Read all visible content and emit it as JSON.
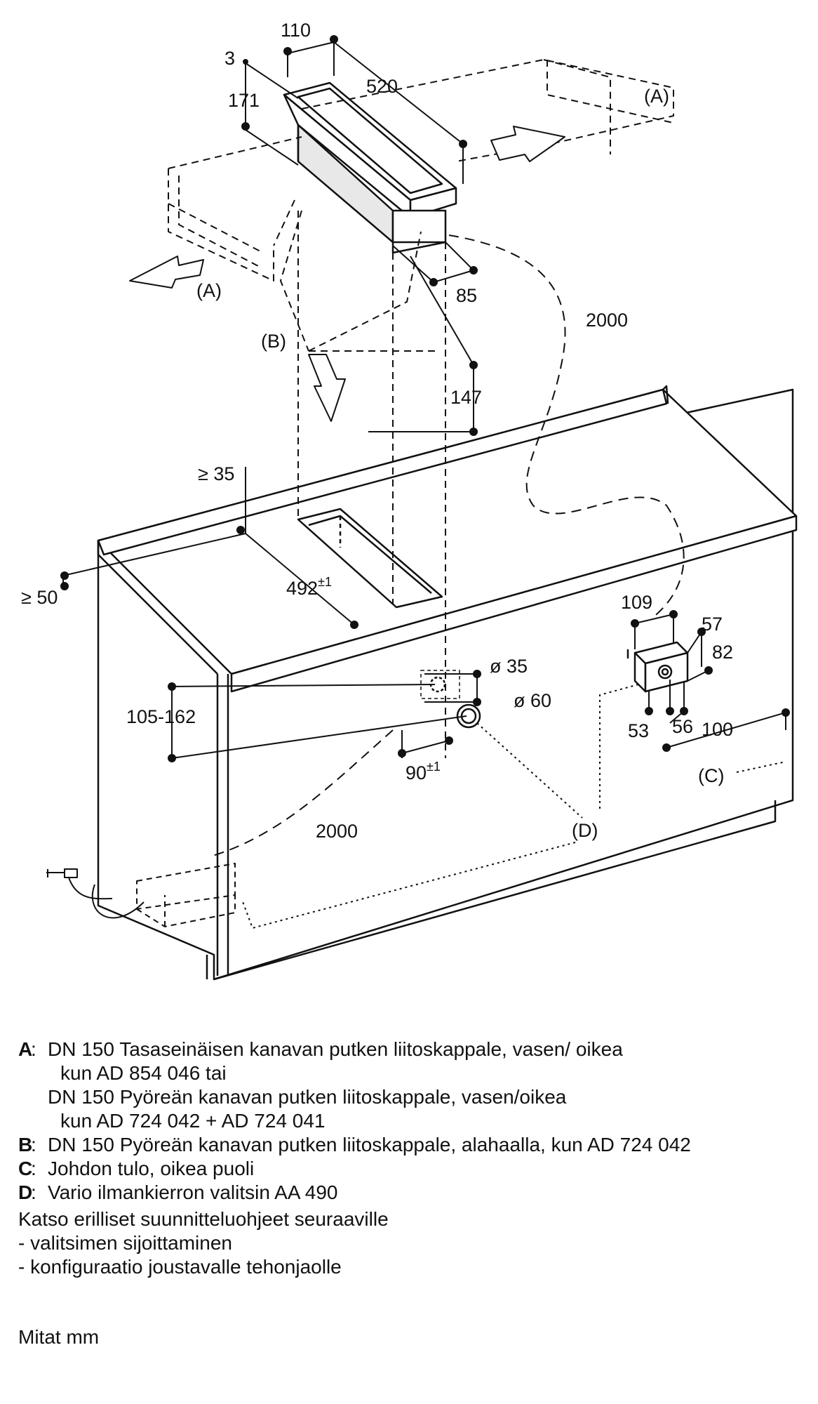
{
  "diagram": {
    "dimensions": {
      "d110": "110",
      "d3": "3",
      "d520": "520",
      "d171": "171",
      "d85": "85",
      "d147": "147",
      "d2000_top": "2000",
      "d35": "≥ 35",
      "d50": "≥ 50",
      "d492": "492",
      "d492_tol": "±1",
      "d105_162": "105-162",
      "d_dia35": "ø 35",
      "d_dia60": "ø 60",
      "d90": "90",
      "d90_tol": "±1",
      "d2000_bottom": "2000",
      "d109": "109",
      "d57": "57",
      "d82": "82",
      "d53": "53",
      "d56": "56",
      "d100": "100"
    },
    "callouts": {
      "a_right": "(A)",
      "a_left": "(A)",
      "b": "(B)",
      "c": "(C)",
      "d": "(D)"
    }
  },
  "legend": [
    {
      "key": "A",
      "lines": [
        "DN 150 Tasaseinäisen kanavan putken liitoskappale, vasen/ oikea",
        "kun AD 854 046 tai",
        "DN 150 Pyöreän kanavan putken liitoskappale, vasen/oikea",
        "kun AD 724 042 + AD 724 041"
      ]
    },
    {
      "key": "B",
      "lines": [
        "DN 150 Pyöreän kanavan putken liitoskappale, alahaalla, kun AD 724 042"
      ]
    },
    {
      "key": "C",
      "lines": [
        "Johdon tulo, oikea puoli"
      ]
    },
    {
      "key": "D",
      "lines": [
        "Vario ilmankierron valitsin AA 490"
      ]
    }
  ],
  "notes": {
    "heading": "Katso erilliset suunnitteluohjeet seuraaville",
    "item1": "- valitsimen sijoittaminen",
    "item2": "- konfiguraatio joustavalle tehonjaolle"
  },
  "units_note": "Mitat mm"
}
